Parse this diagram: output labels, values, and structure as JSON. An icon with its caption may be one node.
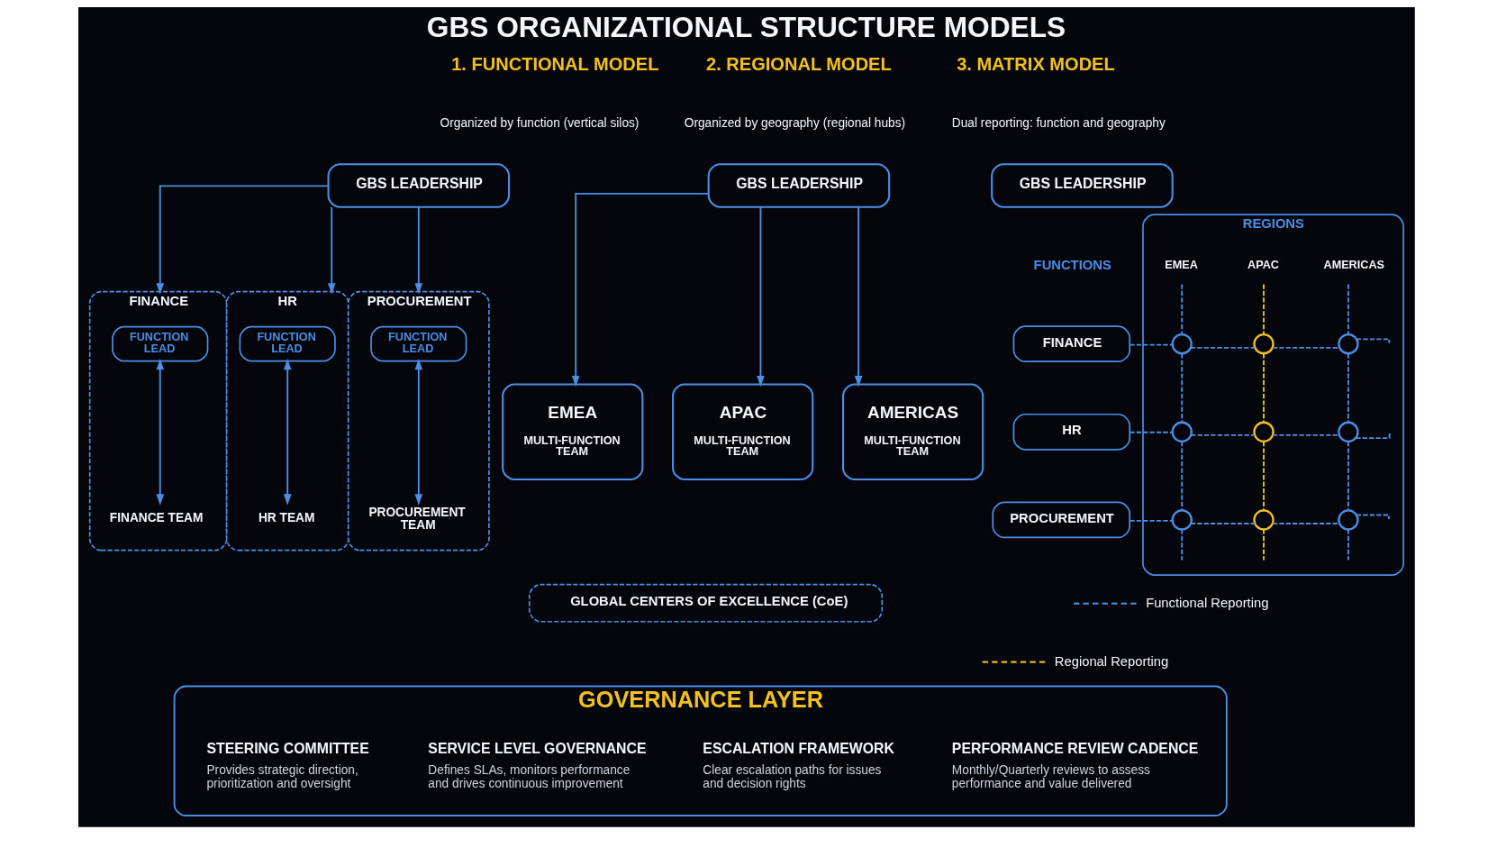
{
  "diagram": {
    "title": "GBS ORGANIZATIONAL STRUCTURE MODELS",
    "nodes": [
      {
        "text": [
          "GBS LEADERSHIP"
        ]
      },
      {
        "text": [
          "FINANCE"
        ]
      },
      {
        "text": [
          "FUNCTION LEAD"
        ],
        "in": 1
      },
      {
        "text": [
          "FINANCE TEAM"
        ],
        "in": 1
      },
      {
        "text": [
          "HR"
        ]
      },
      {
        "text": [
          "FUNCTION LEAD"
        ],
        "in": 4
      },
      {
        "text": [
          "HR TEAM"
        ],
        "in": 4
      },
      {
        "text": [
          "PROCUREMENT"
        ]
      },
      {
        "text": [
          "FUNCTION LEAD"
        ],
        "in": 7
      },
      {
        "text": [
          "PROCUREMENT TEAM"
        ],
        "in": 7
      },
      {
        "text": [
          "GBS LEADERSHIP"
        ]
      },
      {
        "text": [
          "EMEA",
          "MULTI-FUNCTION TEAM"
        ]
      },
      {
        "text": [
          "APAC",
          "MULTI-FUNCTION TEAM"
        ]
      },
      {
        "text": [
          "AMERICAS",
          "MULTI-FUNCTION TEAM"
        ]
      },
      {
        "text": [
          "GLOBAL CENTERS OF EXCELLENCE (CoE)"
        ]
      },
      {
        "text": [
          "GBS LEADERSHIP"
        ]
      },
      {
        "text": [
          "REGIONS"
        ]
      },
      {
        "text": [
          "EMEA"
        ],
        "in": 16
      },
      {
        "text": [
          "APAC"
        ],
        "in": 16
      },
      {
        "text": [
          "AMERICAS"
        ],
        "in": 16
      },
      {
        "text": [
          "FINANCE"
        ]
      },
      {
        "text": [
          "HR"
        ]
      },
      {
        "text": [
          "PROCUREMENT"
        ]
      },
      {
        "text": [],
        "shape": "circle",
        "in": 16
      },
      {
        "text": [],
        "shape": "circle",
        "in": 16
      },
      {
        "text": [],
        "shape": "circle",
        "in": 16
      },
      {
        "text": [],
        "shape": "circle",
        "in": 16
      },
      {
        "text": [],
        "shape": "circle",
        "in": 16
      },
      {
        "text": [],
        "shape": "circle",
        "in": 16
      },
      {
        "text": [],
        "shape": "circle",
        "in": 16
      },
      {
        "text": [],
        "shape": "circle",
        "in": 16
      },
      {
        "text": [],
        "shape": "circle",
        "in": 16
      },
      {
        "text": [
          "GOVERNANCE LAYER"
        ]
      },
      {
        "text": [
          "STEERING COMMITTEE",
          "Provides strategic direction, prioritization and oversight"
        ],
        "in": 32
      },
      {
        "text": [
          "SERVICE LEVEL GOVERNANCE",
          "Defines SLAs, monitors performance and drives continuous improvement"
        ],
        "in": 32
      },
      {
        "text": [
          "ESCALATION FRAMEWORK",
          "Clear escalation paths for issues and decision rights"
        ],
        "in": 32
      },
      {
        "text": [
          "PERFORMANCE REVIEW CADENCE",
          "Monthly/Quarterly reviews to assess performance and value delivered"
        ],
        "in": 32
      }
    ],
    "edges": [
      {
        "from": 0,
        "to": 1,
        "arrow": "to"
      },
      {
        "from": 0,
        "to": 4,
        "arrow": "to"
      },
      {
        "from": 0,
        "to": 7,
        "arrow": "to"
      },
      {
        "from": 2,
        "to": 3,
        "arrow": "both"
      },
      {
        "from": 5,
        "to": 6,
        "arrow": "both"
      },
      {
        "from": 8,
        "to": 9,
        "arrow": "both"
      },
      {
        "from": 10,
        "to": 11,
        "arrow": "to"
      },
      {
        "from": 10,
        "to": 12,
        "arrow": "to"
      },
      {
        "from": 10,
        "to": 13,
        "arrow": "to"
      },
      {
        "from": 20,
        "to": 23,
        "arrow": "none",
        "style": "dashed"
      },
      {
        "from": 23,
        "to": 24,
        "arrow": "none",
        "style": "dashed"
      },
      {
        "from": 24,
        "to": 25,
        "arrow": "none",
        "style": "dashed"
      },
      {
        "from": 25,
        "to": null,
        "arrow": "none",
        "style": "dashed"
      },
      {
        "from": 21,
        "to": 26,
        "arrow": "none",
        "style": "dashed"
      },
      {
        "from": 26,
        "to": 27,
        "arrow": "none",
        "style": "dashed"
      },
      {
        "from": 27,
        "to": 28,
        "arrow": "none",
        "style": "dashed"
      },
      {
        "from": 28,
        "to": null,
        "arrow": "none",
        "style": "dashed"
      },
      {
        "from": 22,
        "to": 29,
        "arrow": "none",
        "style": "dashed"
      },
      {
        "from": 29,
        "to": 30,
        "arrow": "none",
        "style": "dashed"
      },
      {
        "from": 30,
        "to": 31,
        "arrow": "none",
        "style": "dashed"
      },
      {
        "from": 31,
        "to": null,
        "arrow": "none",
        "style": "dashed"
      },
      {
        "from": 17,
        "to": 23,
        "arrow": "none",
        "style": "dashed"
      },
      {
        "from": 23,
        "to": 26,
        "arrow": "none",
        "style": "dashed"
      },
      {
        "from": 26,
        "to": 29,
        "arrow": "none",
        "style": "dashed"
      },
      {
        "from": 29,
        "to": null,
        "arrow": "none",
        "style": "dashed"
      },
      {
        "from": 18,
        "to": 24,
        "arrow": "none",
        "style": "dashed",
        "color": "#f3c11d"
      },
      {
        "from": 24,
        "to": 27,
        "arrow": "none",
        "style": "dashed",
        "color": "#f3c11d"
      },
      {
        "from": 27,
        "to": 30,
        "arrow": "none",
        "style": "dashed",
        "color": "#f3c11d"
      },
      {
        "from": 30,
        "to": null,
        "arrow": "none",
        "style": "dashed",
        "color": "#f3c11d"
      },
      {
        "from": 19,
        "to": 25,
        "arrow": "none",
        "style": "dashed"
      },
      {
        "from": 25,
        "to": 28,
        "arrow": "none",
        "style": "dashed"
      },
      {
        "from": 28,
        "to": 31,
        "arrow": "none",
        "style": "dashed"
      },
      {
        "from": 31,
        "to": null,
        "arrow": "none",
        "style": "dashed"
      }
    ],
    "labels": [
      "1. FUNCTIONAL MODEL",
      "Organized by function (vertical silos)",
      "2. REGIONAL MODEL",
      "Organized by geography (regional hubs)",
      "3. MATRIX MODEL",
      "Dual reporting: function and geography",
      "FUNCTIONS"
    ],
    "legend": [
      {
        "text": "Functional Reporting"
      },
      {
        "text": "Regional Reporting"
      }
    ]
  }
}
